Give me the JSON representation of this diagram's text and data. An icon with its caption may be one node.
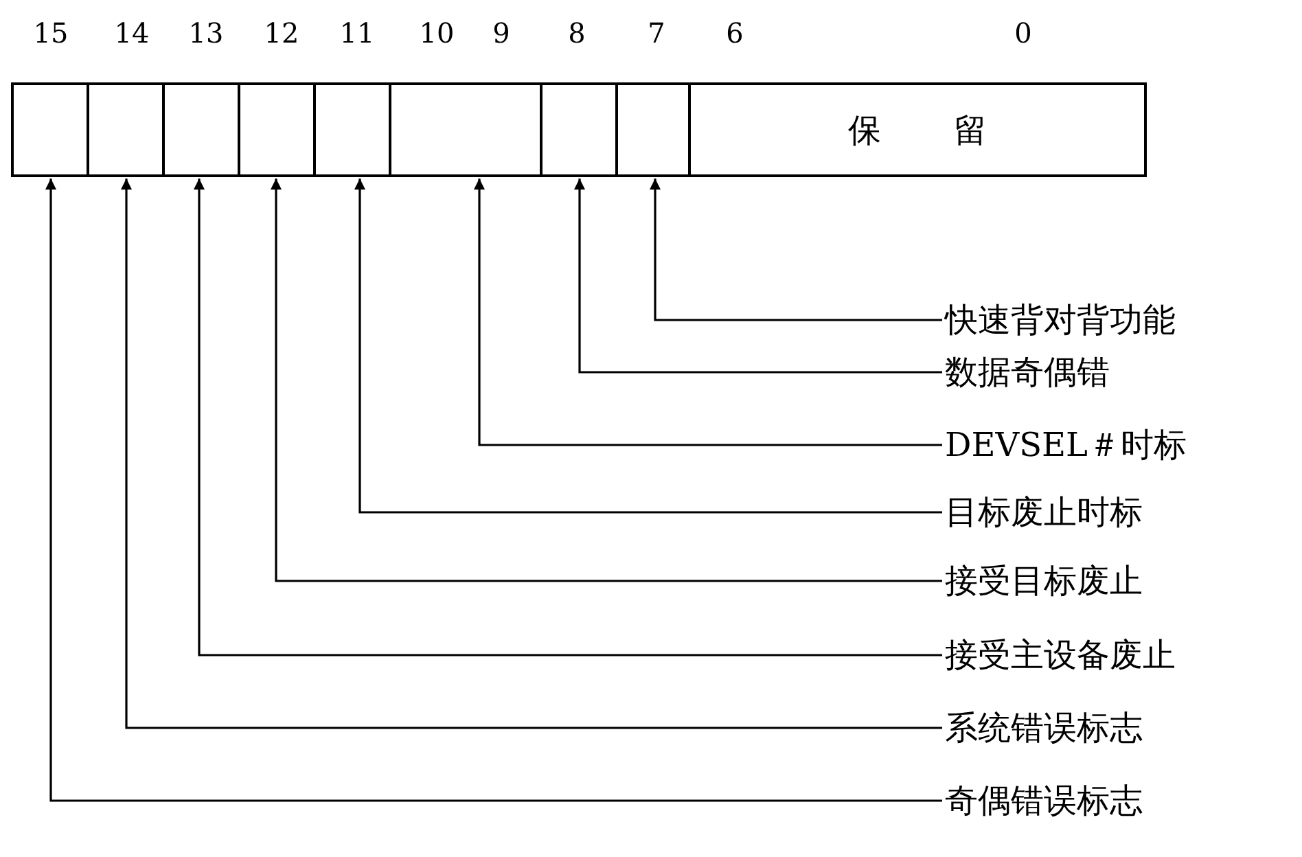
{
  "diagram": {
    "nodes": [
      {
        "text": [],
        "shape": "box"
      },
      {
        "text": [],
        "shape": "box"
      },
      {
        "text": [],
        "shape": "box"
      },
      {
        "text": [],
        "shape": "box"
      },
      {
        "text": [],
        "shape": "box"
      },
      {
        "text": [],
        "shape": "box"
      },
      {
        "text": [],
        "shape": "box"
      },
      {
        "text": [],
        "shape": "box"
      },
      {
        "text": [
          "保留"
        ]
      },
      {
        "text": [
          "快速背对背功能"
        ]
      },
      {
        "text": [
          "数据奇偶错"
        ]
      },
      {
        "text": [
          "DEVSEL＃时标"
        ]
      },
      {
        "text": [
          "目标废止时标"
        ]
      },
      {
        "text": [
          "接受目标废止"
        ]
      },
      {
        "text": [
          "接受主设备废止"
        ]
      },
      {
        "text": [
          "系统错误标志"
        ]
      },
      {
        "text": [
          "奇偶错误标志"
        ]
      }
    ],
    "edges": [
      {
        "from": 9,
        "to": 7,
        "arrow": "to"
      },
      {
        "from": 10,
        "to": 6,
        "arrow": "to"
      },
      {
        "from": 11,
        "to": 5,
        "arrow": "to"
      },
      {
        "from": 12,
        "to": 4,
        "arrow": "to"
      },
      {
        "from": 13,
        "to": 3,
        "arrow": "to"
      },
      {
        "from": 14,
        "to": 2,
        "arrow": "to"
      },
      {
        "from": 15,
        "to": 1,
        "arrow": "to"
      },
      {
        "from": 16,
        "to": 0,
        "arrow": "to"
      }
    ],
    "labels": [
      "15",
      "14",
      "13",
      "12",
      "11",
      "10",
      "9",
      "8",
      "7",
      "6",
      "0"
    ]
  }
}
